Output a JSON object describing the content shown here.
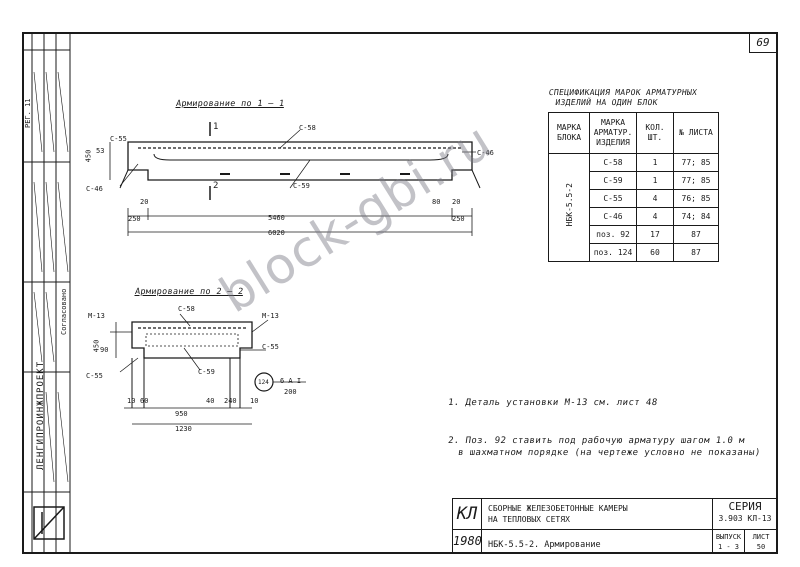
{
  "sheet_number": "69",
  "spec": {
    "title_line1": "СПЕЦИФИКАЦИЯ МАРОК АРМАТУРНЫХ",
    "title_line2": "ИЗДЕЛИЙ НА ОДИН БЛОК",
    "headers": [
      "МАРКА БЛОКА",
      "МАРКА АРМАТУР. ИЗДЕЛИЯ",
      "КОЛ. ШТ.",
      "№ ЛИСТА"
    ],
    "block": "НБК-5.5-2",
    "rows": [
      {
        "mark": "С-58",
        "qty": "1",
        "sheet": "77; 85"
      },
      {
        "mark": "С-59",
        "qty": "1",
        "sheet": "77; 85"
      },
      {
        "mark": "С-55",
        "qty": "4",
        "sheet": "76; 85"
      },
      {
        "mark": "С-46",
        "qty": "4",
        "sheet": "74; 84"
      },
      {
        "mark": "поз. 92",
        "qty": "17",
        "sheet": "87"
      },
      {
        "mark": "поз. 124",
        "qty": "60",
        "sheet": "87"
      }
    ]
  },
  "section1": {
    "title": "Армирование по 1 — 1",
    "labels": {
      "c58": "С-58",
      "c59": "С-59",
      "c46a": "С-46",
      "c46b": "С-46",
      "c55": "С-55",
      "d450": "450",
      "d53": "53",
      "d80": "80",
      "d20a": "20",
      "d20b": "20",
      "d250a": "250",
      "d250b": "250",
      "d5460": "5460",
      "d6020": "6020",
      "cut1": "1",
      "cut2": "2"
    }
  },
  "section2": {
    "title": "Армирование по 2 — 2",
    "labels": {
      "m13a": "М-13",
      "m13b": "М-13",
      "c58": "С-58",
      "c55a": "С-55",
      "c55b": "С-55",
      "c59": "С-59",
      "d450": "450",
      "d90": "90",
      "d950": "950",
      "d1230": "1230",
      "d240": "240",
      "pos": "124",
      "rebar": "6 А I",
      "d200": "200",
      "d10a": "10",
      "d60": "60",
      "d40": "40",
      "d10b": "10"
    }
  },
  "notes": {
    "n1": "1. Деталь установки М-13 см. лист 48",
    "n2a": "2. Поз. 92 ставить под рабочую арматуру шагом 1.0 м",
    "n2b": "в шахматном порядке (на чертеже условно не показаны)"
  },
  "title_block": {
    "org": "КЛ",
    "year": "1980",
    "name_line1": "СБОРНЫЕ ЖЕЛЕЗОБЕТОННЫЕ КАМЕРЫ",
    "name_line2": "НА ТЕПЛОВЫХ СЕТЯХ",
    "drawing": "НБК-5.5-2. Армирование",
    "series_label": "СЕРИЯ",
    "series": "3.903 КЛ-13",
    "issue_label": "ВЫПУСК",
    "issue": "1 - 3",
    "sheet_label": "ЛИСТ",
    "sheet": "50"
  },
  "left_stamp": {
    "institute": "ЛЕНГИПРОИНЖПРОЕКТ",
    "agreed": "Согласовано",
    "reg": "РЕГ. 11"
  },
  "watermark": "block-gbi.ru"
}
